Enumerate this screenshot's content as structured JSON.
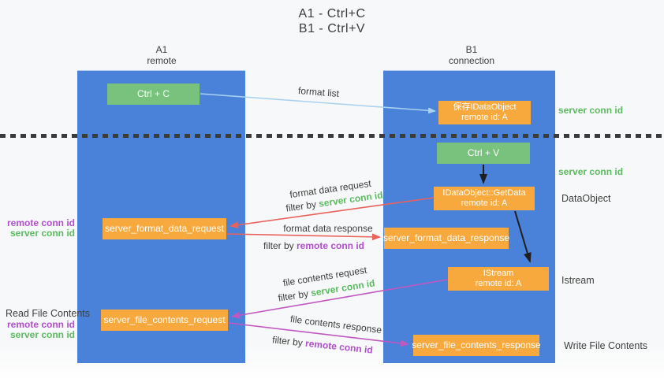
{
  "title": {
    "line1": "A1 - Ctrl+C",
    "line2": "B1 - Ctrl+V"
  },
  "lanes": {
    "left": {
      "name": "A1",
      "role": "remote"
    },
    "right": {
      "name": "B1",
      "role": "connection"
    }
  },
  "boxes": {
    "ctrl_c": "Ctrl + C",
    "ctrl_v": "Ctrl + V",
    "save_dataobject": {
      "line1": "保存IDataObject",
      "line2": "remote id: A"
    },
    "getdata": {
      "line1": "IDataObject::GetData",
      "line2": "remote id: A"
    },
    "istream": {
      "line1": "IStream",
      "line2": "remote id: A"
    },
    "format_request": "server_format_data_request",
    "format_response": "server_format_data_response",
    "file_request": "server_file_contents_request",
    "file_response": "server_file_contents_response"
  },
  "arrow_labels": {
    "format_list": "format list",
    "format_data_request": "format data request",
    "format_data_response": "format data response",
    "file_contents_request": "file contents request",
    "file_contents_response": "file contents response",
    "filter_prefix": "filter by ",
    "server_conn_id": "server conn id",
    "remote_conn_id": "remote conn id"
  },
  "side_labels": {
    "server_conn_top": "server conn id",
    "server_conn_mid": "server conn id",
    "dataobject": "DataObject",
    "istream": "Istream",
    "read_file": "Read File Contents",
    "write_file": "Write File Contents",
    "remote_conn_left": "remote conn id",
    "server_conn_left": "server conn id"
  },
  "colors": {
    "lane_blue": "#4a81d9",
    "box_green": "#79c27e",
    "box_orange": "#f8a93e",
    "text_green": "#5cbb60",
    "text_purple": "#b14fd0",
    "arrow_red": "#e9625c",
    "arrow_magenta": "#c158c1",
    "arrow_blue": "#a9d2f0",
    "arrow_black": "#1f1f1f"
  }
}
